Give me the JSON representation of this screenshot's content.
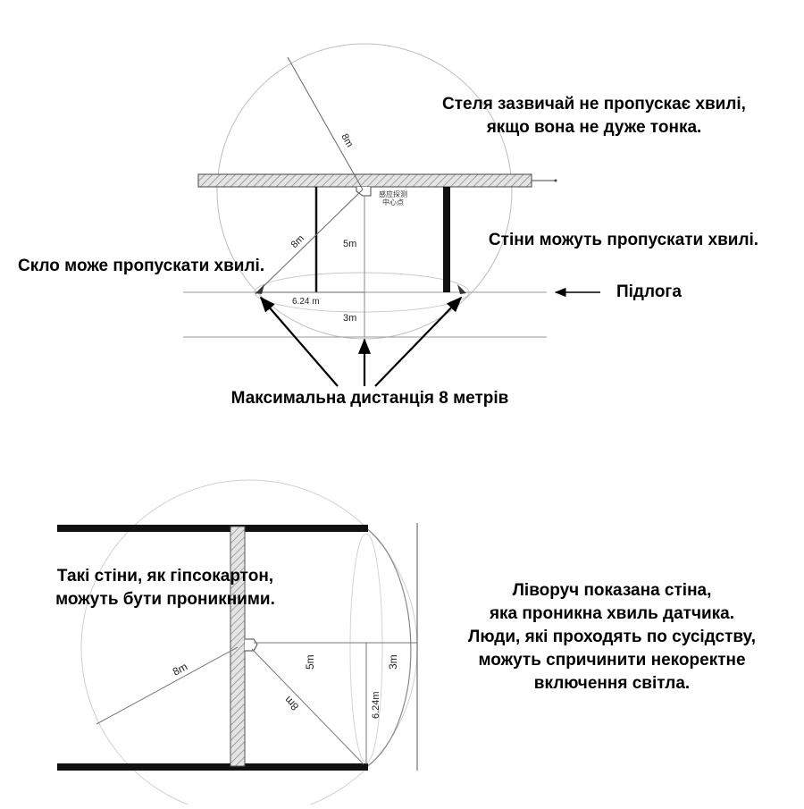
{
  "top_diagram": {
    "ceiling_note": [
      "Стеля зазвичай не пропускає хвилі,",
      "якщо вона не дуже тонка."
    ],
    "walls_note": "Стіни можуть пропускати хвилі.",
    "glass_note": "Скло може пропускати хвилі.",
    "floor_label": "Підлога",
    "max_distance_label": "Максимальна дистанція 8 метрів",
    "dim_8m_upper": "8m",
    "dim_8m_diag": "8m",
    "dim_5m": "5m",
    "dim_624": "6.24 m",
    "dim_3m": "3m",
    "sensor_caption": [
      "感应探测",
      "中心点"
    ]
  },
  "bottom_diagram": {
    "drywall_note": [
      "Такі стіни, як гіпсокартон,",
      "можуть бути проникними."
    ],
    "explanation": [
      "Ліворуч показана стіна,",
      "яка проникна хвиль датчика.",
      "Люди, які проходять по сусідству,",
      "можуть спричинити некоректне",
      "включення світла."
    ],
    "dim_8m_left": "8m",
    "dim_8m_diag": "8m",
    "dim_5m": "5m",
    "dim_3m": "3m",
    "dim_624": "6.24m"
  }
}
